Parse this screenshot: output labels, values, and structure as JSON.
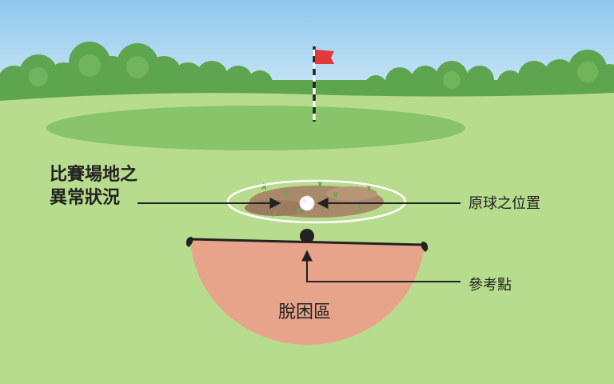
{
  "labels": {
    "abnormal_condition_line1": "比賽場地之",
    "abnormal_condition_line2": "異常狀況",
    "ball_original_position": "原球之位置",
    "reference_point": "參考點",
    "relief_area": "脫困區"
  },
  "colors": {
    "sky_top": "#8ec7ec",
    "sky_bottom": "#d6ecf8",
    "fairway": "#b8dc8e",
    "green": "#88c46a",
    "trees": "#5ea54f",
    "flag": "#e23a3a",
    "dirt": "#a8896a",
    "relief_area": "#e8a48a",
    "outline": "#222222",
    "ball": "#ffffff"
  },
  "icons": {
    "flagstick": "flag-icon",
    "ball": "golf-ball-icon"
  }
}
